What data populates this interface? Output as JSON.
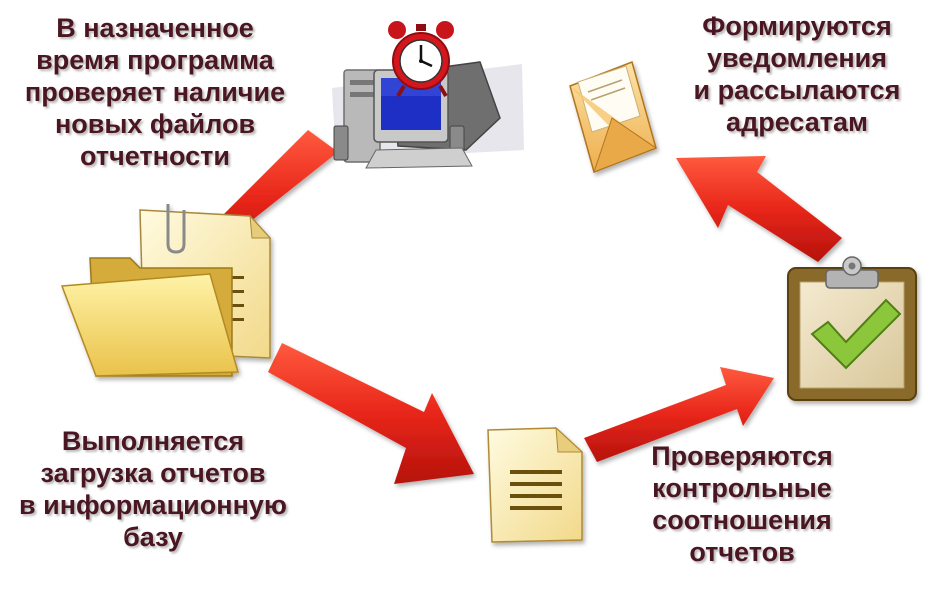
{
  "captions": {
    "check_new_files": "В назначенное\nвремя программа\nпроверяет наличие\nновых файлов\nотчетности",
    "notifications": "Формируются\nуведомления\nи рассылаются\nадресатам",
    "load_reports": "Выполняется\nзагрузка отчетов\nв информационную\nбазу",
    "verify_ratios": "Проверяются\nконтрольные\nсоотношения\nотчетов"
  },
  "icons": [
    "computer-with-alarm-clock-icon",
    "envelope-icon",
    "folder-with-papers-icon",
    "document-icon",
    "clipboard-checkmark-icon"
  ],
  "colors": {
    "arrow": "#e0271d",
    "caption_text": "#4a1622"
  }
}
